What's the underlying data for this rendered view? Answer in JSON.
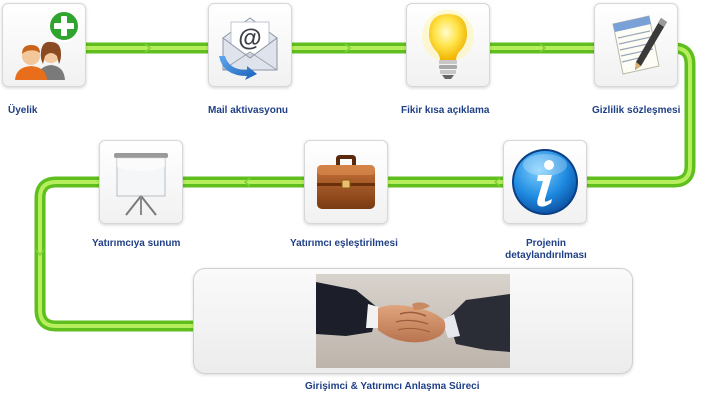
{
  "diagram": {
    "colors": {
      "pipe_outer": "#5fbf1e",
      "pipe_inner": "#b6ee5e",
      "label_text": "#1f3f86"
    },
    "steps": [
      {
        "label": "Üyelik",
        "icon": "add-user-icon"
      },
      {
        "label": "Mail aktivasyonu",
        "icon": "mail-icon"
      },
      {
        "label": "Fikir kısa açıklama",
        "icon": "lightbulb-icon"
      },
      {
        "label": "Gizlilik sözleşmesi",
        "icon": "document-pen-icon"
      },
      {
        "label": "Projenin detaylandırılması",
        "label_lines": [
          "Projenin",
          "detaylandırılması"
        ],
        "icon": "info-icon"
      },
      {
        "label": "Yatırımcı eşleştirilmesi",
        "icon": "briefcase-icon"
      },
      {
        "label": "Yatırımcıya sunum",
        "icon": "presentation-board-icon"
      }
    ],
    "final": {
      "label": "Girişimci & Yatırımcı Anlaşma Süreci",
      "image": "handshake-photo"
    }
  }
}
